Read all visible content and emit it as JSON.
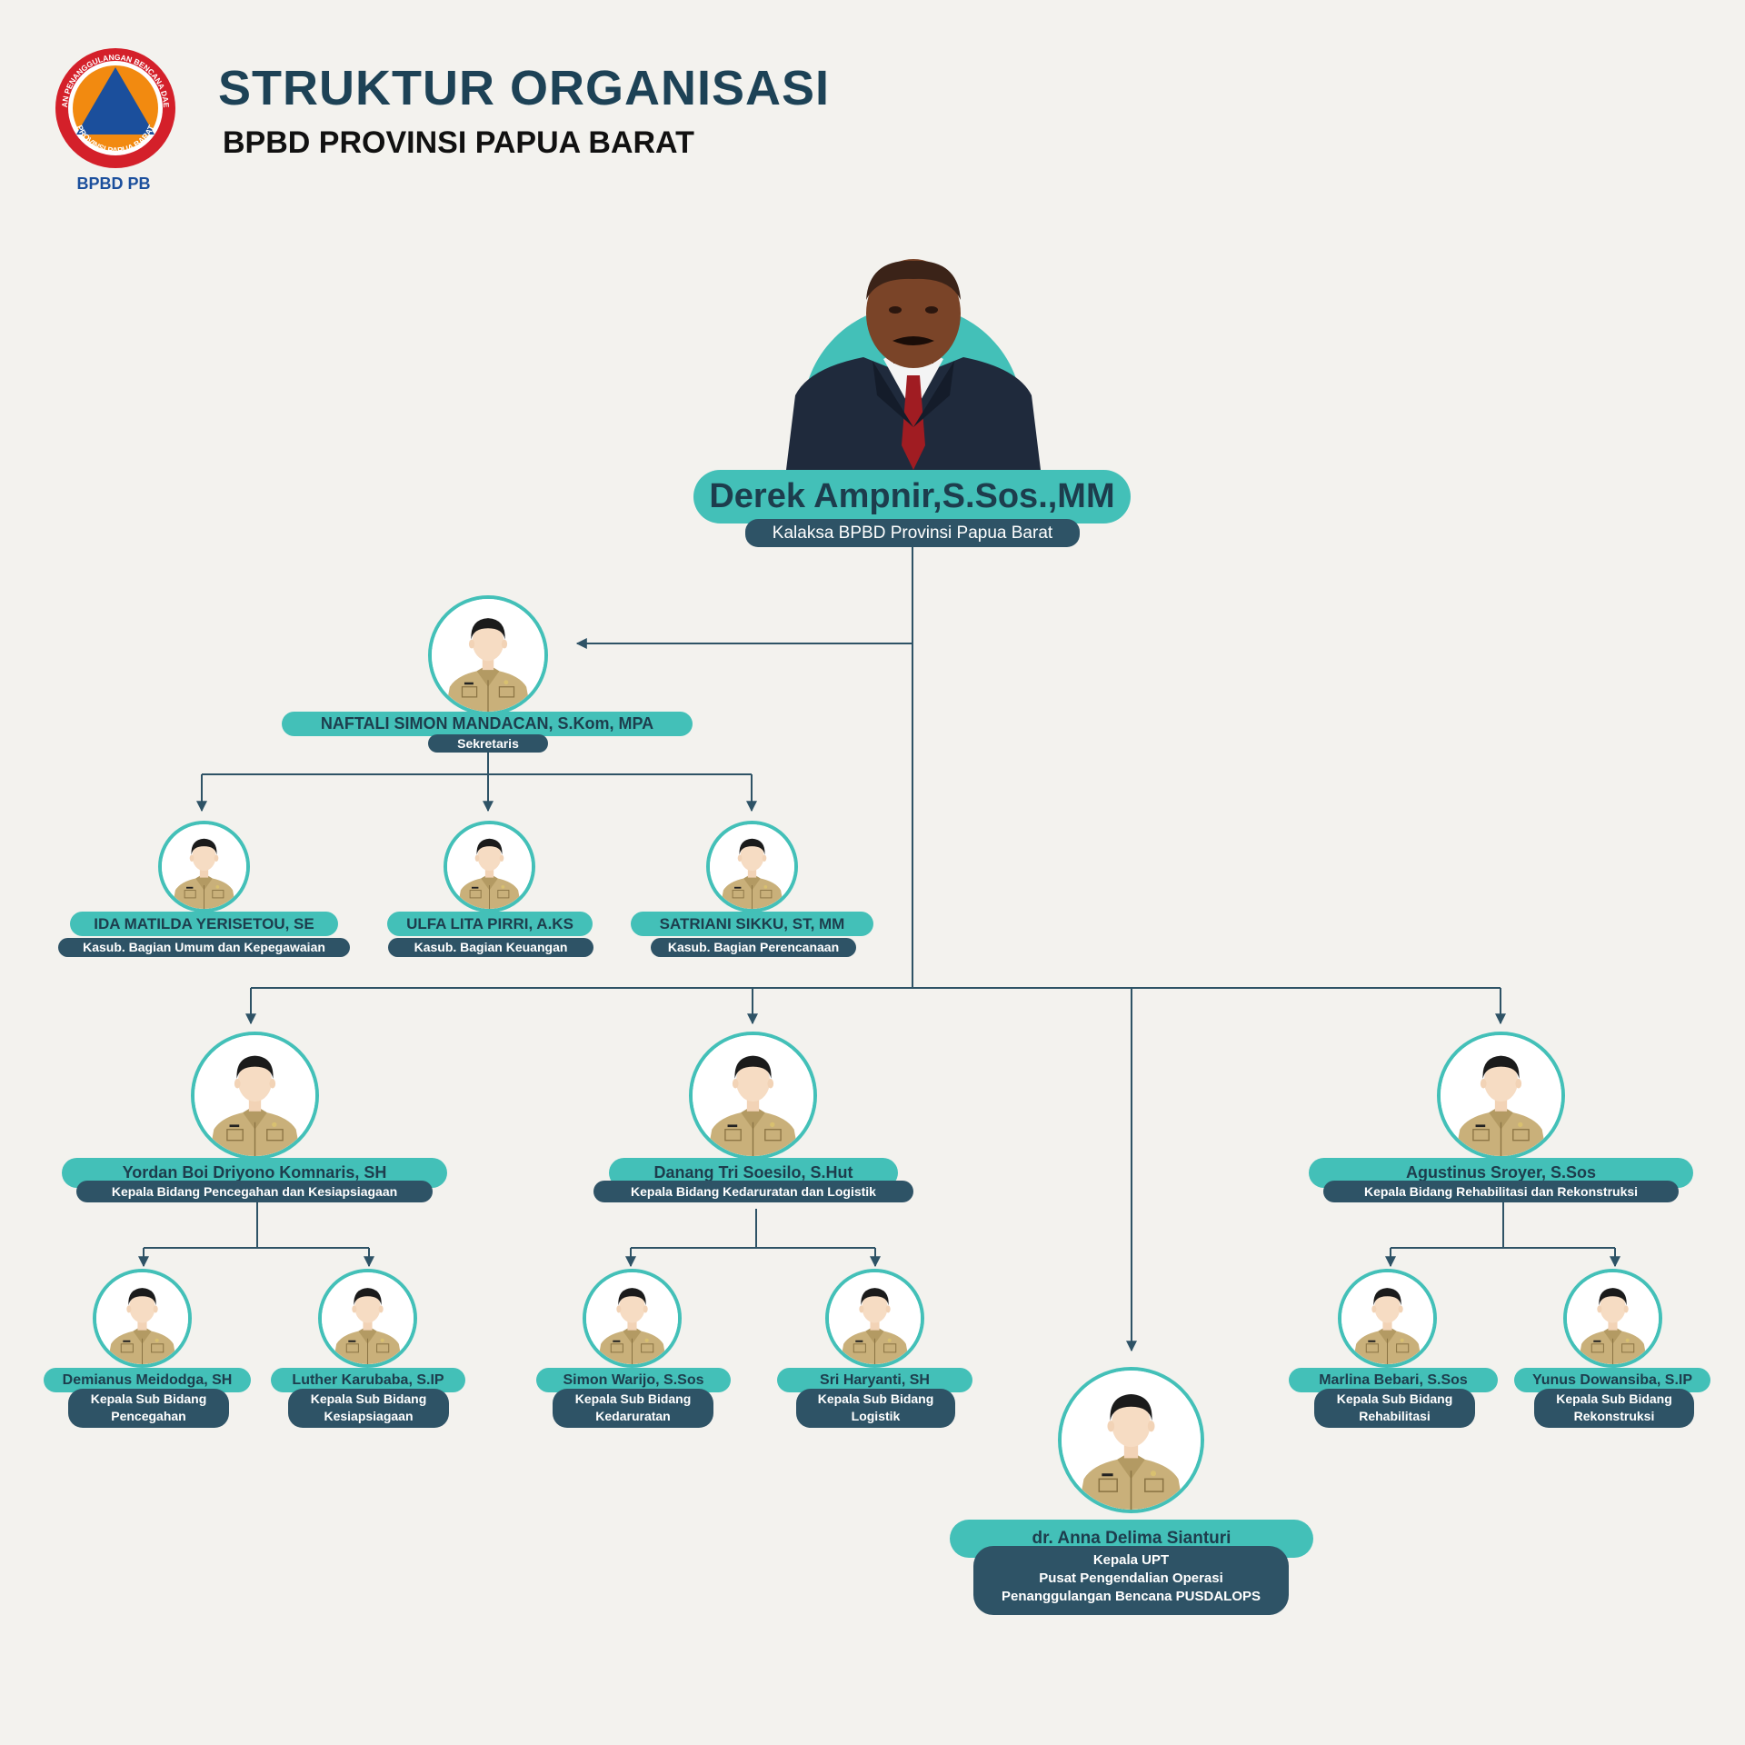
{
  "header": {
    "title": "STRUKTUR ORGANISASI",
    "subtitle": "BPBD PROVINSI PAPUA BARAT",
    "logo_caption": "BPBD PB",
    "logo_ring_text": "BADAN PENANGGULANGAN BENCANA DAERAH",
    "logo_ring_text_bottom": "PROVINSI PAPUA BARAT"
  },
  "colors": {
    "teal": "#43c0b8",
    "navy": "#2e5366",
    "title": "#1d4256",
    "background": "#f3f2ee",
    "logo_orange": "#f28a10",
    "logo_blue": "#1b4f9c",
    "logo_red": "#d4202a"
  },
  "head": {
    "name": "Derek Ampnir,S.Sos.,MM",
    "role": "Kalaksa BPBD Provinsi Papua Barat"
  },
  "secretary": {
    "name": "NAFTALI SIMON MANDACAN, S.Kom, MPA",
    "role": "Sekretaris"
  },
  "sub_sections": [
    {
      "name": "IDA MATILDA YERISETOU, SE",
      "role": "Kasub. Bagian Umum dan Kepegawaian"
    },
    {
      "name": "ULFA LITA PIRRI, A.KS",
      "role": "Kasub. Bagian Keuangan"
    },
    {
      "name": "SATRIANI SIKKU, ST, MM",
      "role": "Kasub. Bagian Perencanaan"
    }
  ],
  "divisions": [
    {
      "name": "Yordan Boi Driyono Komnaris, SH",
      "role": "Kepala Bidang Pencegahan dan Kesiapsiagaan"
    },
    {
      "name": "Danang Tri Soesilo, S.Hut",
      "role": "Kepala Bidang Kedaruratan dan Logistik"
    },
    {
      "name": "Agustinus Sroyer, S.Sos",
      "role": "Kepala Bidang Rehabilitasi dan Rekonstruksi"
    }
  ],
  "sub_divisions": [
    {
      "name": "Demianus Meidodga, SH",
      "role_line1": "Kepala Sub Bidang",
      "role_line2": "Pencegahan"
    },
    {
      "name": "Luther Karubaba, S.IP",
      "role_line1": "Kepala Sub Bidang",
      "role_line2": "Kesiapsiagaan"
    },
    {
      "name": "Simon Warijo, S.Sos",
      "role_line1": "Kepala Sub Bidang",
      "role_line2": "Kedaruratan"
    },
    {
      "name": "Sri Haryanti, SH",
      "role_line1": "Kepala Sub Bidang",
      "role_line2": "Logistik"
    },
    {
      "name": "Marlina Bebari, S.Sos",
      "role_line1": "Kepala Sub Bidang",
      "role_line2": "Rehabilitasi"
    },
    {
      "name": "Yunus Dowansiba, S.IP",
      "role_line1": "Kepala Sub Bidang",
      "role_line2": "Rekonstruksi"
    }
  ],
  "upt": {
    "name": "dr. Anna Delima Sianturi",
    "role_line1": "Kepala UPT",
    "role_line2": "Pusat Pengendalian Operasi",
    "role_line3": "Penanggulangan Bencana PUSDALOPS"
  }
}
